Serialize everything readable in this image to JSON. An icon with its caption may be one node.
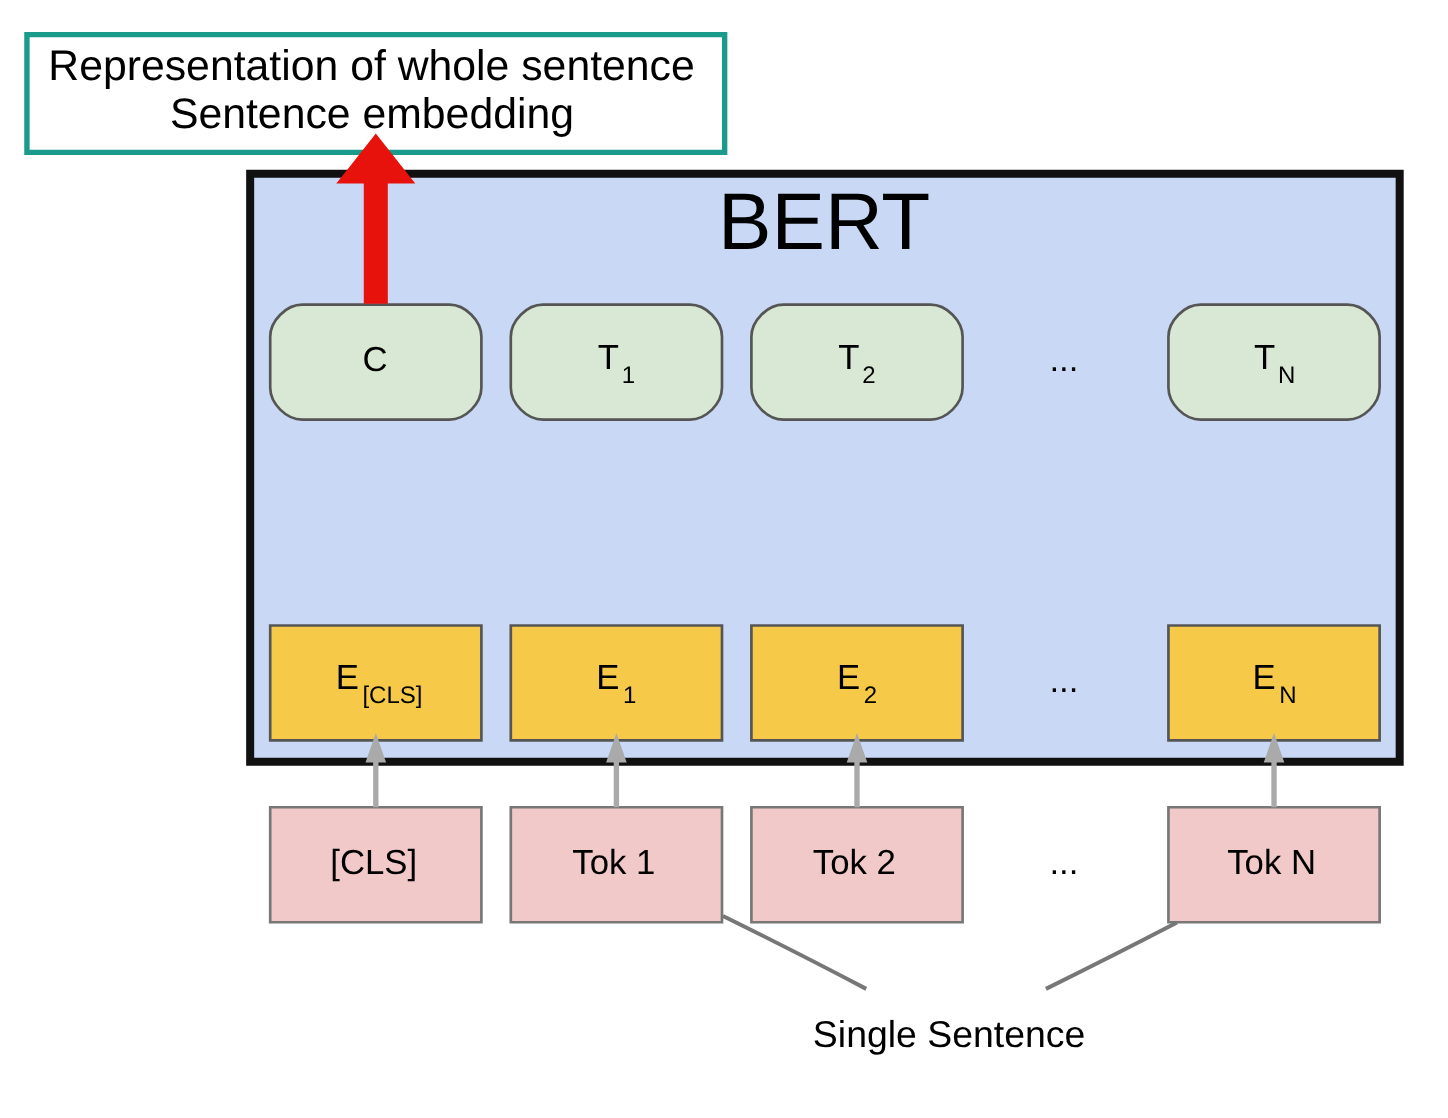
{
  "diagram": {
    "nodes": [
      {
        "text": [
          "Representation of whole sentence",
          "Sentence embedding"
        ]
      },
      {
        "text": [
          "BERT"
        ]
      },
      {
        "text": [
          "C"
        ],
        "in": 1
      },
      {
        "text": [
          "T$_{1}$"
        ],
        "in": 1
      },
      {
        "text": [
          "T$_{2}$"
        ],
        "in": 1
      },
      {
        "text": [
          "T$_{N}$"
        ],
        "in": 1
      },
      {
        "text": [
          "E$_{[CLS]}$"
        ],
        "in": 1
      },
      {
        "text": [
          "E$_{1}$"
        ],
        "in": 1
      },
      {
        "text": [
          "E$_{2}$"
        ],
        "in": 1
      },
      {
        "text": [
          "E$_{N}$"
        ],
        "in": 1
      },
      {
        "text": [
          "[CLS]"
        ]
      },
      {
        "text": [
          "Tok 1"
        ]
      },
      {
        "text": [
          "Tok 2"
        ]
      },
      {
        "text": [
          "Tok N"
        ]
      },
      {
        "text": [
          "Single Sentence"
        ]
      }
    ],
    "edges": [
      {
        "from": 2,
        "to": 0,
        "arrow": "to",
        "style": "thick",
        "color": "#e8120c"
      },
      {
        "from": 10,
        "to": 6,
        "arrow": "to"
      },
      {
        "from": 11,
        "to": 7,
        "arrow": "to"
      },
      {
        "from": 12,
        "to": 8,
        "arrow": "to"
      },
      {
        "from": 13,
        "to": 9,
        "arrow": "to"
      },
      {
        "from": 11,
        "to": 14,
        "arrow": "none"
      },
      {
        "from": 13,
        "to": 14,
        "arrow": "none"
      }
    ],
    "labels": [
      "...",
      "...",
      "..."
    ]
  }
}
